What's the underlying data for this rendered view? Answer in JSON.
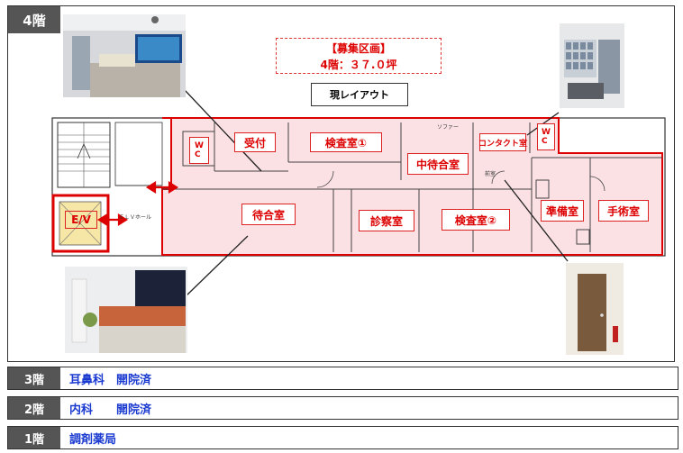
{
  "floor4": {
    "tag": "4階",
    "recruit_line1": "【募集区画】",
    "recruit_line2": "4階：３７.０坪",
    "layout_label": "現レイアウト",
    "rooms": {
      "wc_left": "W\nC",
      "reception": "受付",
      "exam1": "検査室①",
      "middle_wait": "中待合室",
      "contact": "コンタクト室",
      "wc_right": "W\nC",
      "ev": "E/V",
      "waiting": "待合室",
      "consult": "診察室",
      "exam2": "検査室②",
      "prep": "準備室",
      "surgery": "手術室"
    },
    "plan_notes": {
      "elv_hall": "ＥＬＶホール",
      "sofa": "ソファー",
      "front_room": "前室"
    }
  },
  "floors": [
    {
      "tag": "3階",
      "text": "耳鼻科　開院済"
    },
    {
      "tag": "2階",
      "text": "内科　　開院済"
    },
    {
      "tag": "1階",
      "text": "調剤薬局"
    }
  ],
  "colors": {
    "accent_red": "#d00000",
    "room_fill": "#fbe1e4",
    "floor_tag_bg": "#555555",
    "floor_text_blue": "#1a3ad0",
    "ev_fill": "#f7e7a6"
  }
}
